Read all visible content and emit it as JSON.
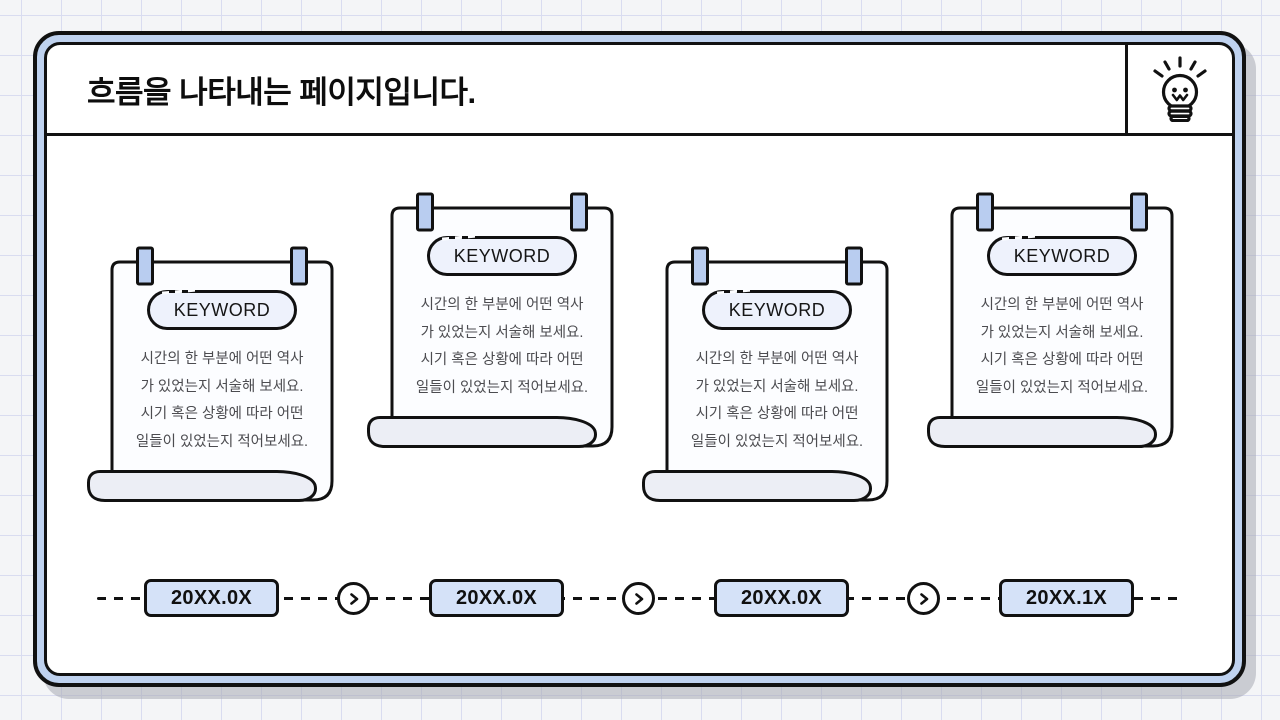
{
  "header": {
    "title": "흐름을 나타내는 페이지입니다.",
    "icon": "lightbulb-icon"
  },
  "cards": [
    {
      "keyword": "KEYWORD",
      "body_lines": [
        "시간의 한 부분에 어떤 역사",
        "가 있었는지 서술해 보세요.",
        "시기 혹은 상황에 따라 어떤",
        "일들이 있었는지 적어보세요."
      ]
    },
    {
      "keyword": "KEYWORD",
      "body_lines": [
        "시간의 한 부분에 어떤 역사",
        "가 있었는지 서술해 보세요.",
        "시기 혹은 상황에 따라 어떤",
        "일들이 있었는지 적어보세요."
      ]
    },
    {
      "keyword": "KEYWORD",
      "body_lines": [
        "시간의 한 부분에 어떤 역사",
        "가 있었는지 서술해 보세요.",
        "시기 혹은 상황에 따라 어떤",
        "일들이 있었는지 적어보세요."
      ]
    },
    {
      "keyword": "KEYWORD",
      "body_lines": [
        "시간의 한 부분에 어떤 역사",
        "가 있었는지 서술해 보세요.",
        "시기 혹은 상황에 따라 어떤",
        "일들이 있었는지 적어보세요."
      ]
    }
  ],
  "timeline": {
    "dates": [
      "20XX.0X",
      "20XX.0X",
      "20XX.0X",
      "20XX.1X"
    ],
    "separator_icon": "chevron-right-icon"
  },
  "colors": {
    "page_background": "#f4f5f7",
    "grid_line": "#d9dcf0",
    "outline": "#111111",
    "frame_band": "#bfd2ef",
    "note_paper": "#fcfdff",
    "curl_shade": "#eceef5",
    "note_clip": "#b9cdf0",
    "keyword_pill": "#eef2fc",
    "timeline_box": "#d5e2f8",
    "body_text": "#4c4c50",
    "title_text": "#0d0d0d"
  }
}
